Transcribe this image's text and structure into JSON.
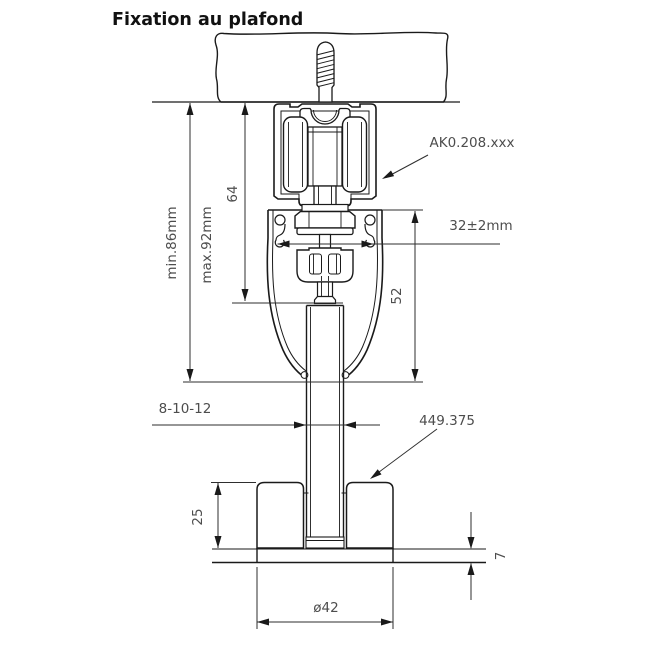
{
  "title": "Fixation au plafond",
  "colors": {
    "line": "#1a1a1a",
    "dimension_text": "#4d4d4d",
    "background": "#ffffff"
  },
  "labels": {
    "part_track": "AK0.208.xxx",
    "overall_height_min": "min.86mm",
    "overall_height_max": "max.92mm",
    "track_to_clamp_height": "64",
    "profile_inner_width": "32±2mm",
    "cover_profile_height": "52",
    "glass_thickness": "8-10-12",
    "part_floor_guide": "449.375",
    "floor_guide_height": "25",
    "base_plate_thickness": "7",
    "base_plate_diameter": "ø42"
  }
}
